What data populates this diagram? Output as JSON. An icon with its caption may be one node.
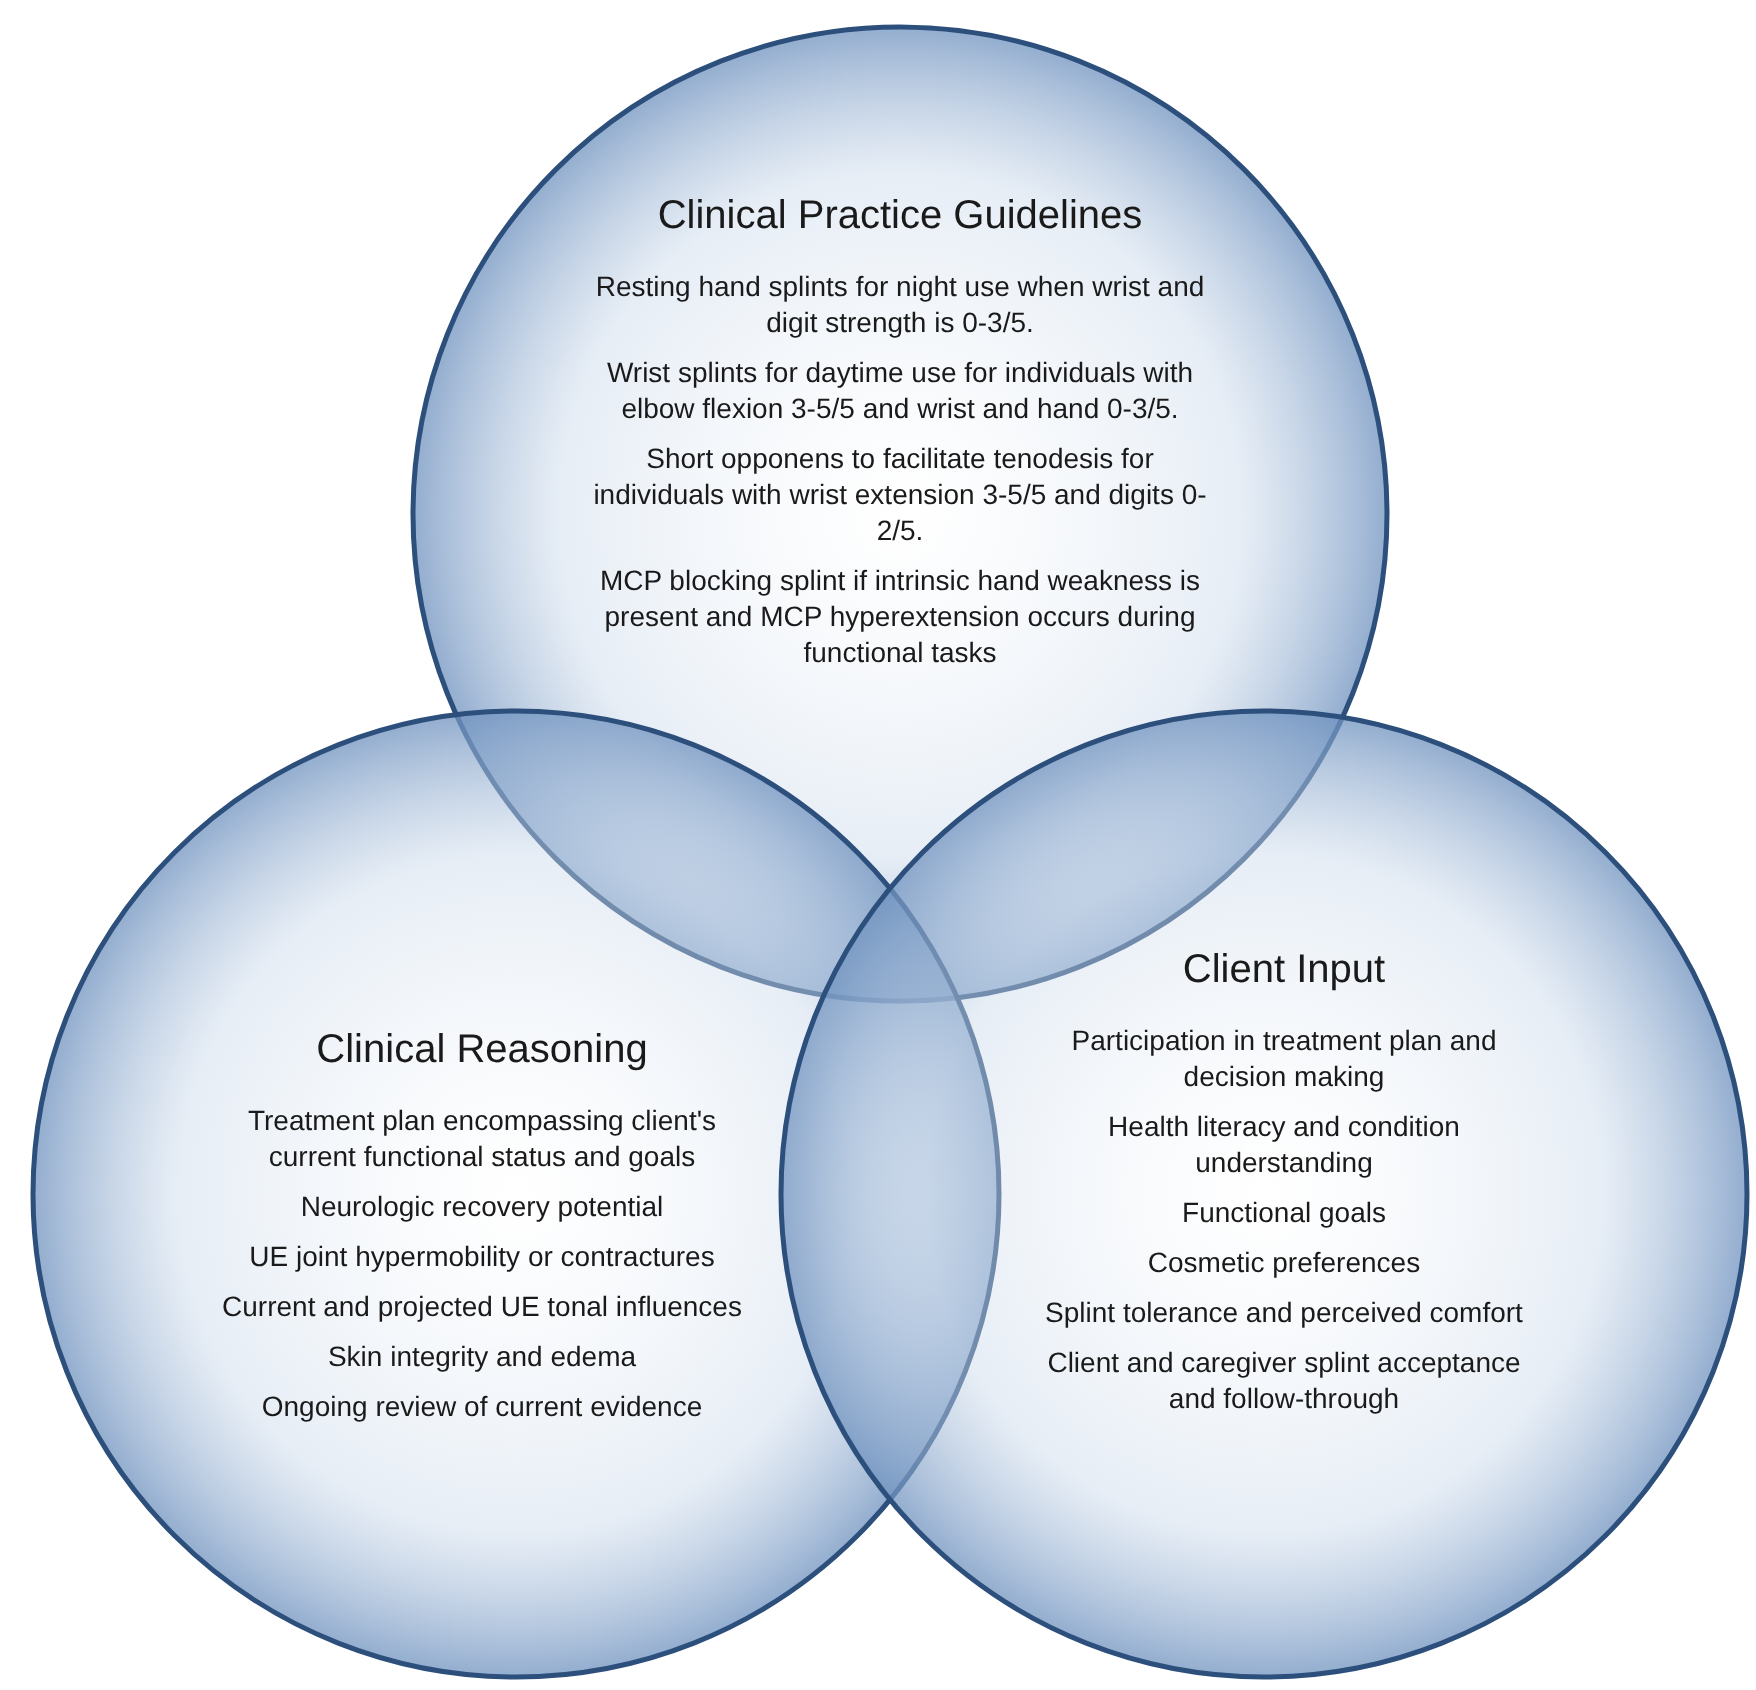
{
  "diagram": {
    "nodes": [
      {
        "text": [
          "Clinical Practice Guidelines",
          "Resting hand splints for night use when wrist and digit strength is 0-3/5.",
          "Wrist splints for daytime use for individuals with elbow flexion 3-5/5 and wrist and hand 0-3/5.",
          "Short opponens to facilitate tenodesis for individuals with wrist extension 3-5/5 and digits 0-2/5.",
          "MCP blocking splint if intrinsic hand weakness is present and MCP hyperextension occurs during functional tasks"
        ]
      },
      {
        "text": [
          "Clinical Reasoning",
          "Treatment plan encompassing client's current functional status and goals",
          "Neurologic recovery potential",
          "UE joint hypermobility or contractures",
          "Current and projected UE tonal influences",
          "Skin integrity and edema",
          "Ongoing review of current evidence"
        ]
      },
      {
        "text": [
          "Client Input",
          "Participation in treatment plan and decision making",
          "Health literacy and condition understanding",
          "Functional goals",
          "Cosmetic preferences",
          "Splint tolerance and perceived comfort",
          "Client and caregiver splint acceptance and follow-through"
        ]
      }
    ]
  }
}
